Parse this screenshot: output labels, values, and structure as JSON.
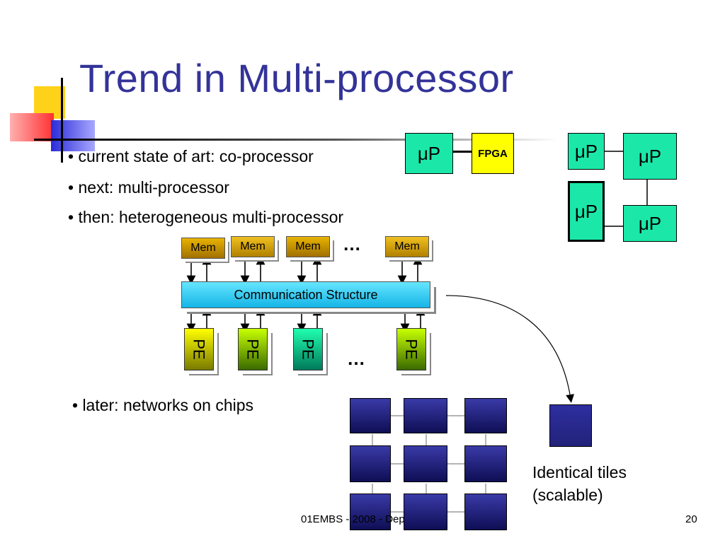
{
  "slide": {
    "title": "Trend in Multi-processor",
    "bullets": [
      "• current state of art: co-processor",
      "• next: multi-processor",
      "• then: heterogeneous multi-processor",
      "• later: networks on chips"
    ],
    "footer": "01EMBS - 2008 - Dep",
    "page_number": "20"
  },
  "coprocessor_diagram": {
    "processor_label": "μP",
    "fpga_label": "FPGA"
  },
  "multiprocessor_diagram": {
    "processor_labels": [
      "μP",
      "μP",
      "μP",
      "μP"
    ]
  },
  "heterogeneous_diagram": {
    "memory_labels": [
      "Mem",
      "Mem",
      "Mem",
      "Mem"
    ],
    "communication_label": "Communication Structure",
    "pe_labels": [
      "PE",
      "PE",
      "PE",
      "PE"
    ],
    "ellipsis": "…"
  },
  "noc_diagram": {
    "caption_line1": "Identical tiles",
    "caption_line2": "(scalable)"
  },
  "colors": {
    "title": "#333399",
    "processor": "#1be8a8",
    "fpga": "#ffff00",
    "tile": "#2a2a8c",
    "communication": "#33ccff"
  }
}
